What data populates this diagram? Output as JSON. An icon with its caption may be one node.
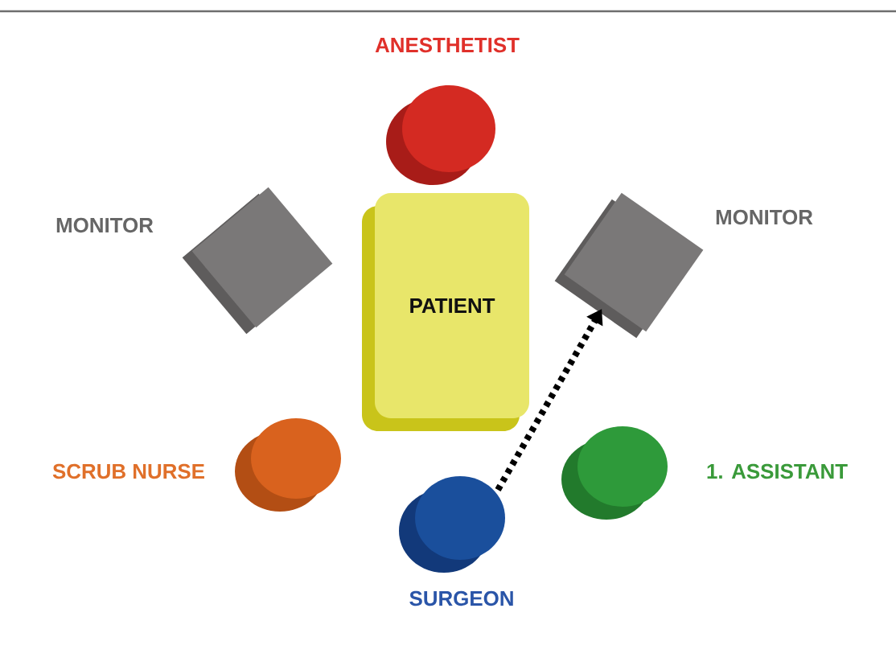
{
  "diagram": {
    "nodes": [
      {
        "text": [
          "ANESTHETIST"
        ]
      },
      {
        "text": [
          "MONITOR"
        ]
      },
      {
        "text": [
          "PATIENT"
        ]
      },
      {
        "text": [
          "MONITOR"
        ]
      },
      {
        "text": [
          "SCRUB NURSE"
        ]
      },
      {
        "text": [
          "SURGEON"
        ]
      },
      {
        "text": [
          "1. ASSISTANT"
        ]
      }
    ],
    "edges": [
      {
        "from": 5,
        "to": 3,
        "arrow": "to",
        "style": "dashed"
      }
    ]
  }
}
